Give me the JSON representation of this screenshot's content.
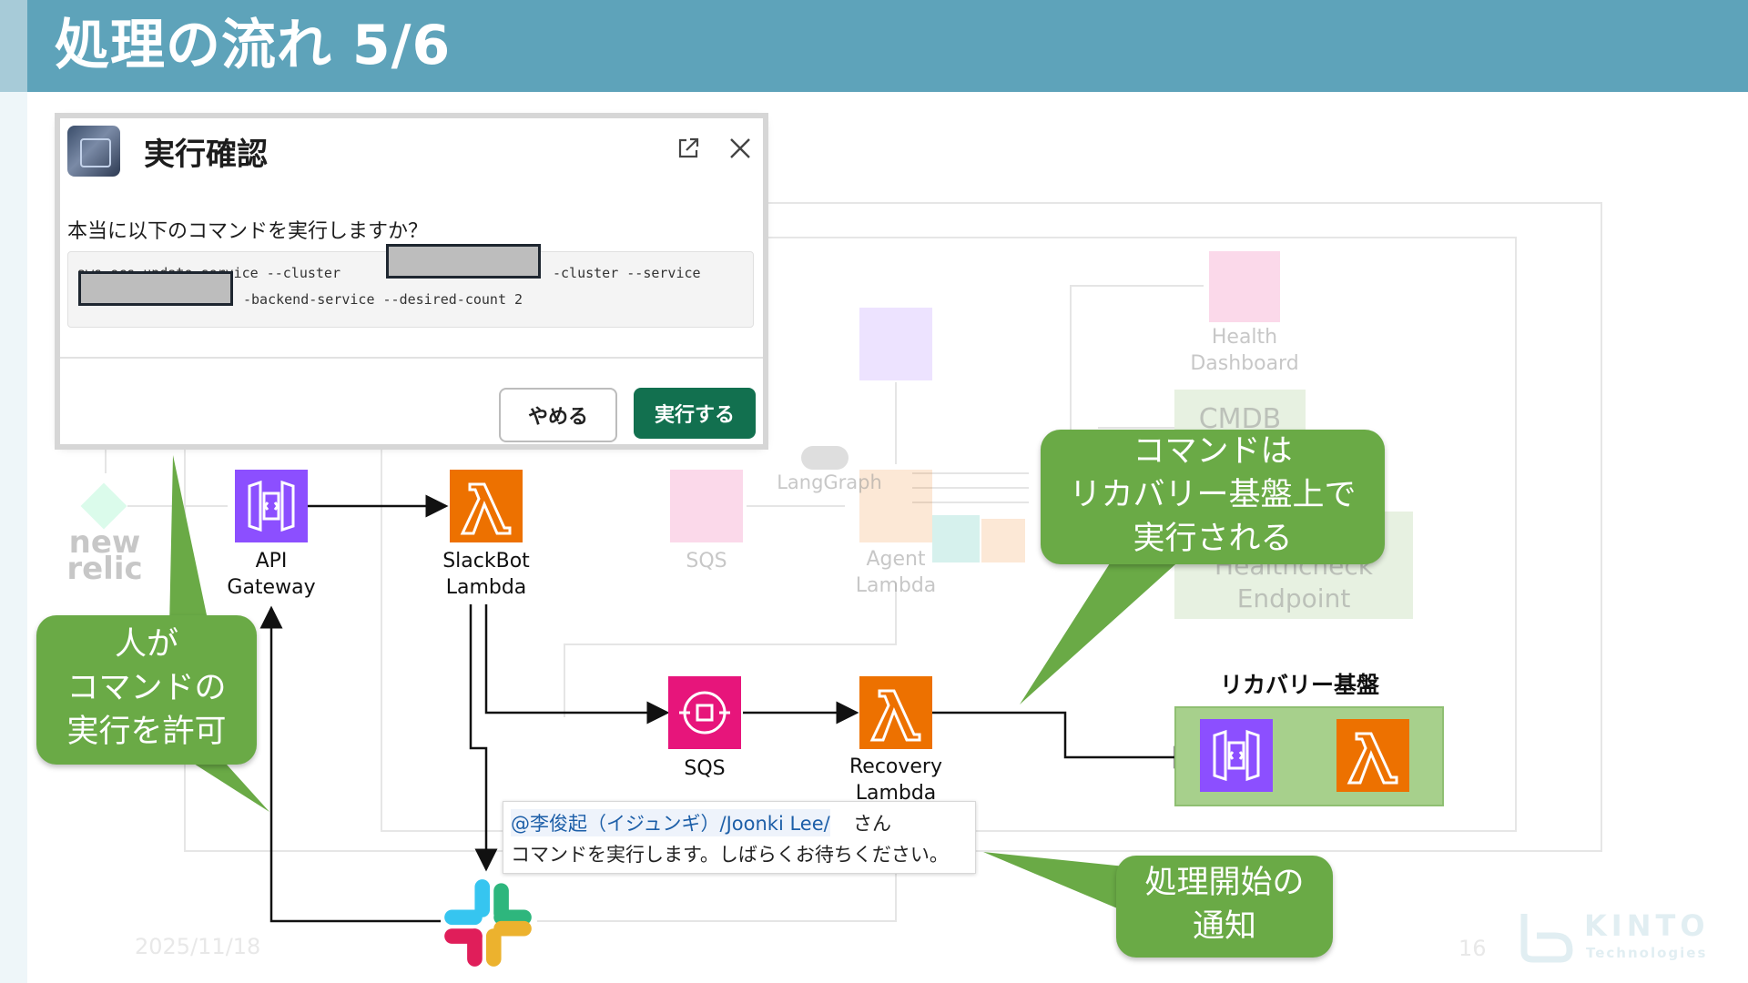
{
  "slide": {
    "title": "処理の流れ 5/6",
    "date": "2025/11/18",
    "page_number": "16",
    "logo_text": "KINTO",
    "logo_subtext": "Technologies"
  },
  "dialog": {
    "title": "実行確認",
    "question": "本当に以下のコマンドを実行しますか？",
    "command_line1_prefix": "aws ecs update-service --cluster",
    "command_line1_suffix": "-cluster --service",
    "command_line2_suffix": "-backend-service --desired-count 2",
    "cancel_label": "やめる",
    "run_label": "実行する"
  },
  "diagram": {
    "api_gateway": "API\nGateway",
    "slackbot_lambda": "SlackBot\nLambda",
    "sqs": "SQS",
    "recovery_lambda": "Recovery\nLambda",
    "recovery_base": "リカバリー基盤",
    "faded": {
      "newrelic": "new relic",
      "health_dashboard": "Health\nDashboard",
      "cmdb": "CMDB",
      "langgraph": "LangGraph",
      "sqs": "SQS",
      "agent_lambda": "Agent\nLambda",
      "healthcheck_endpoint": "Healthcheck\nEndpoint"
    }
  },
  "callouts": {
    "approve": "人が\nコマンドの\n実行を許可",
    "executed": "コマンドは\nリカバリー基盤上で\n実行される",
    "notify": "処理開始の\n通知"
  },
  "slack_message": {
    "mention": "@李俊起（イジュンギ）/Joonki Lee/",
    "honorific": "さん",
    "body": "コマンドを実行します。しばらくお待ちください。"
  },
  "colors": {
    "header": "#5ea3ba",
    "callout": "#6aaa46",
    "run_button": "#12704f",
    "api_gateway": "#8c4fff",
    "lambda": "#ed7100",
    "sqs": "#e7157b",
    "recovery_base": "#a7d08c"
  }
}
